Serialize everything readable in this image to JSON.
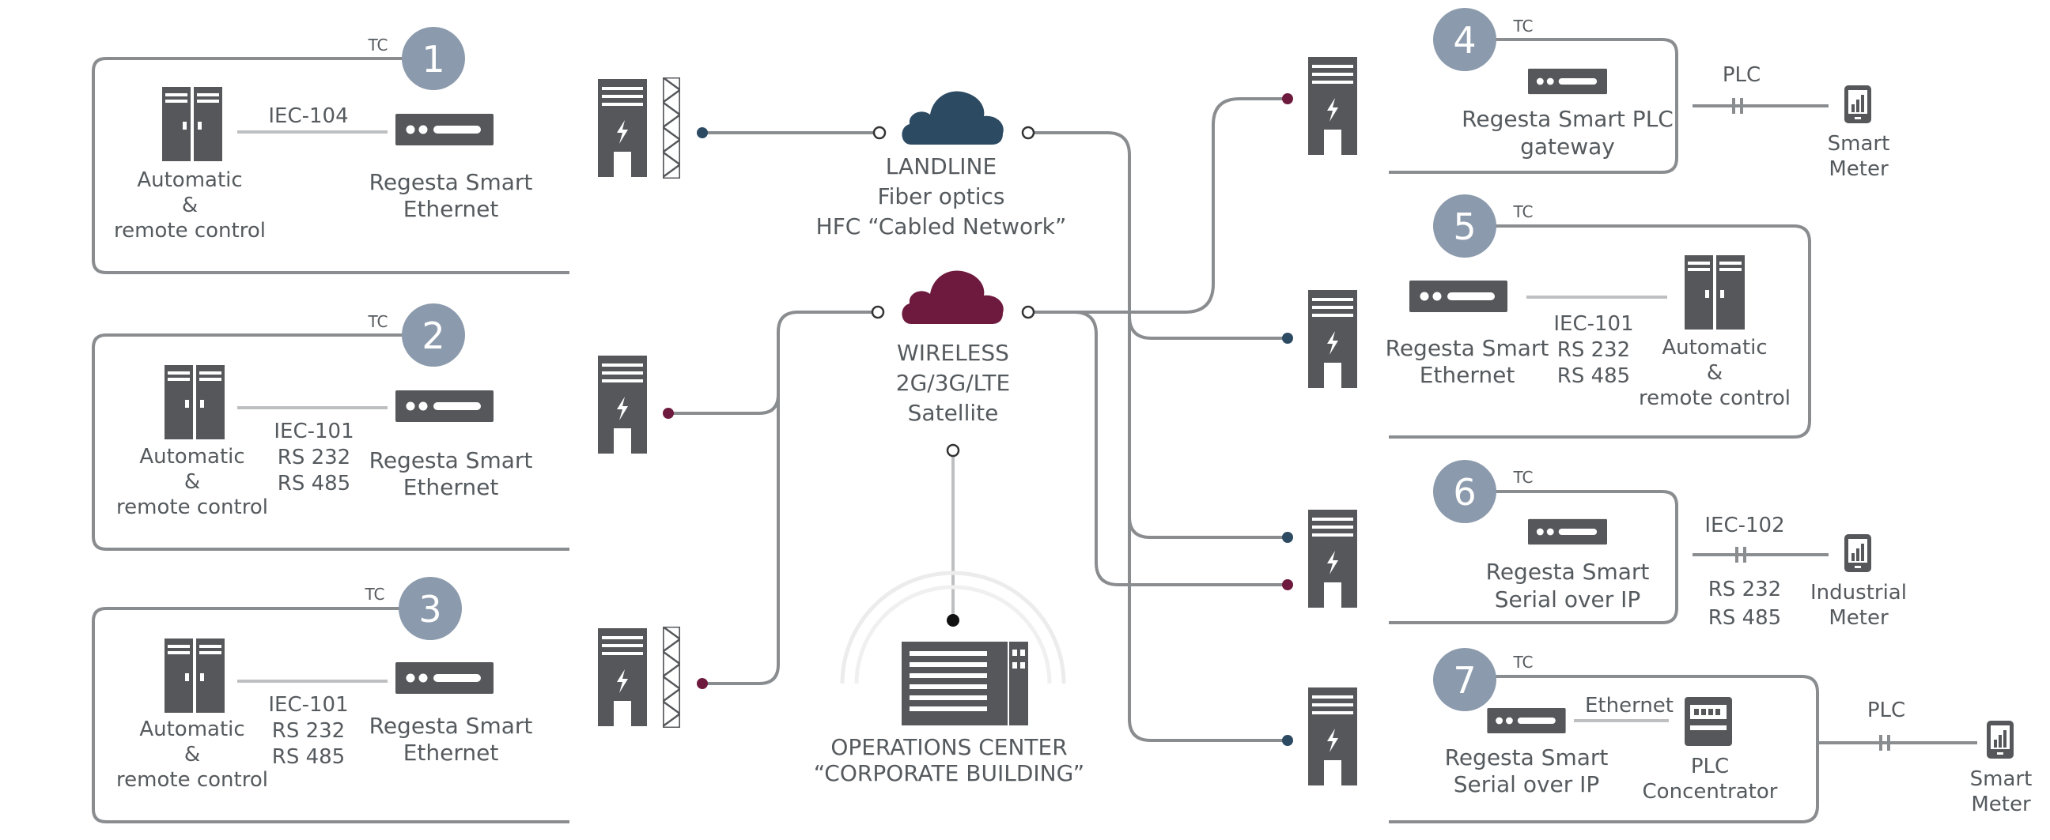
{
  "colors": {
    "landline_cloud": "#2d4a63",
    "wireless_cloud": "#6e1a3e",
    "badge": "#8b9aac",
    "device": "#55575a",
    "line": "#8a8d90",
    "text": "#555a5e"
  },
  "icons": [
    "server-rack-icon",
    "gateway-device-icon",
    "substation-icon",
    "cloud-icon",
    "smart-meter-icon",
    "plc-concentrator-icon",
    "corporate-building-icon"
  ],
  "tc_label": "TC",
  "sites_left": [
    {
      "num": "1",
      "device_label": [
        "Automatic",
        "&",
        "remote control"
      ],
      "protocol": [
        "IEC-104"
      ],
      "gateway": [
        "Regesta Smart",
        "Ethernet"
      ]
    },
    {
      "num": "2",
      "device_label": [
        "Automatic",
        "&",
        "remote control"
      ],
      "protocol": [
        "IEC-101",
        "RS 232",
        "RS 485"
      ],
      "gateway": [
        "Regesta Smart",
        "Ethernet"
      ]
    },
    {
      "num": "3",
      "device_label": [
        "Automatic",
        "&",
        "remote control"
      ],
      "protocol": [
        "IEC-101",
        "RS 232",
        "RS 485"
      ],
      "gateway": [
        "Regesta Smart",
        "Ethernet"
      ]
    }
  ],
  "landline": {
    "lines": [
      "LANDLINE",
      "Fiber optics",
      "HFC “Cabled Network”"
    ]
  },
  "wireless": {
    "lines": [
      "WIRELESS",
      "2G/3G/LTE",
      "Satellite"
    ]
  },
  "operations": {
    "lines": [
      "OPERATIONS CENTER",
      "“CORPORATE BUILDING”"
    ]
  },
  "site4": {
    "num": "4",
    "gateway": [
      "Regesta Smart PLC",
      "gateway"
    ],
    "link": "PLC",
    "meter": [
      "Smart",
      "Meter"
    ]
  },
  "site5": {
    "num": "5",
    "gateway": [
      "Regesta Smart",
      "Ethernet"
    ],
    "protocol": [
      "IEC-101",
      "RS 232",
      "RS 485"
    ],
    "device_label": [
      "Automatic",
      "&",
      "remote control"
    ]
  },
  "site6": {
    "num": "6",
    "gateway": [
      "Regesta Smart",
      "Serial over IP"
    ],
    "link": "IEC-102",
    "protocol": [
      "RS 232",
      "RS 485"
    ],
    "meter": [
      "Industrial",
      "Meter"
    ]
  },
  "site7": {
    "num": "7",
    "gateway": [
      "Regesta Smart",
      "Serial over IP"
    ],
    "link_ethernet": "Ethernet",
    "concentrator": [
      "PLC",
      "Concentrator"
    ],
    "link": "PLC",
    "meter": [
      "Smart",
      "Meter"
    ]
  }
}
